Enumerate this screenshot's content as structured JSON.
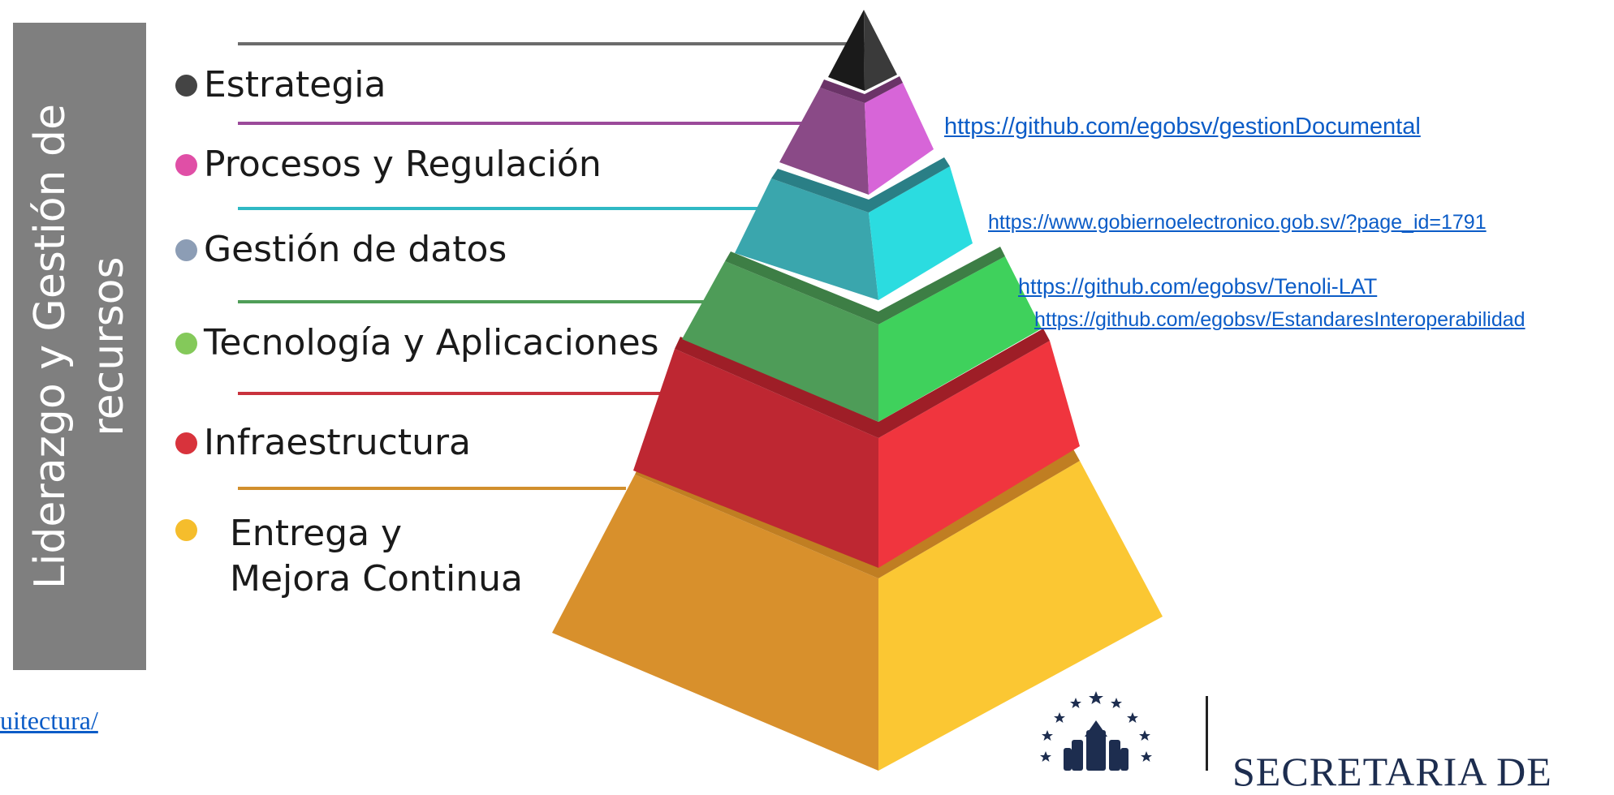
{
  "sidebar": {
    "label_line1": "Liderazgo y Gestión de",
    "label_line2": "recursos"
  },
  "layers": [
    {
      "label": "Estrategia",
      "color": "#444444"
    },
    {
      "label": "Procesos y Regulación",
      "color": "#e04fa6"
    },
    {
      "label": "Gestión de datos",
      "color": "#8c9db5"
    },
    {
      "label": "Tecnología y Aplicaciones",
      "color": "#84c95a"
    },
    {
      "label": "Infraestructura",
      "color": "#d8333c"
    },
    {
      "label_line1": "Entrega y",
      "label_line2": "Mejora Continua",
      "color": "#f5bd2c"
    }
  ],
  "links": [
    "https://github.com/egobsv/gestionDocumental",
    "https://www.gobiernoelectronico.gob.sv/?page_id=1791",
    "https://github.com/egobsv/Tenoli-LAT",
    "https://github.com/egobsv/EstandaresInteroperabilidad"
  ],
  "footer": {
    "partial_link": "uitectura/",
    "org_text": "SECRETARIA DE"
  }
}
